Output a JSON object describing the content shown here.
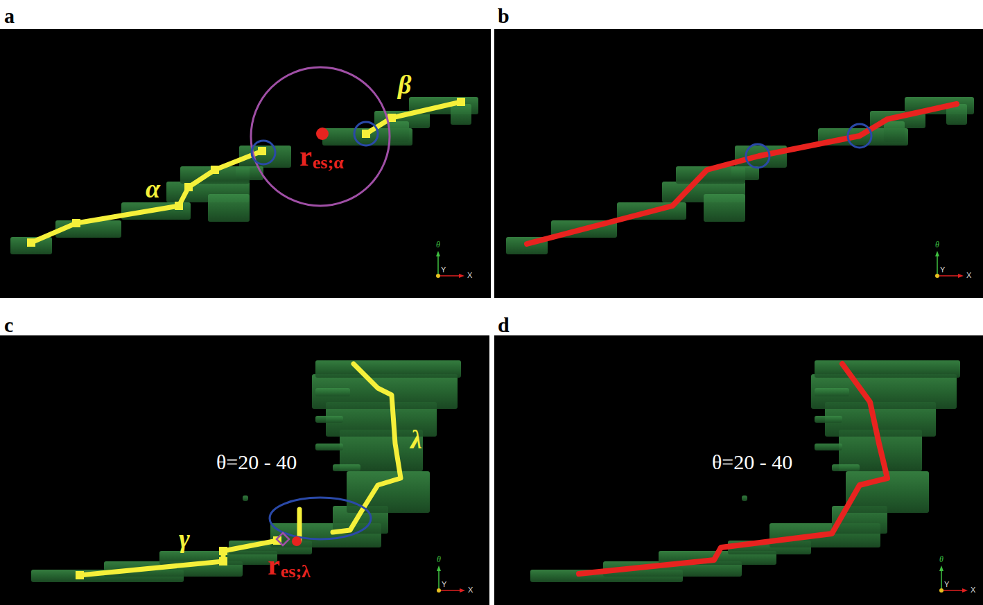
{
  "diagram": {
    "labels": [
      "a",
      "b",
      "c",
      "d",
      "α",
      "β",
      "r",
      "es;α",
      "θ",
      "Y",
      "X",
      "θ",
      "Y",
      "X",
      "γ",
      "λ",
      "r",
      "es;λ",
      "θ=20 - 40",
      "θ",
      "Y",
      "X",
      "θ=20 - 40",
      "θ",
      "Y",
      "X"
    ]
  }
}
